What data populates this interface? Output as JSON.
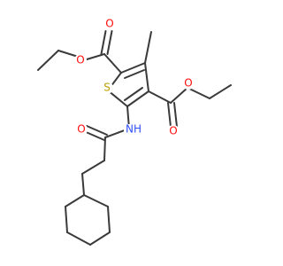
{
  "molecule": {
    "atoms": {
      "O_ester1_carbonyl": {
        "label": "O",
        "color": "#ff0d0d"
      },
      "O_ester1_ether": {
        "label": "O",
        "color": "#ff0d0d"
      },
      "O_ester2_ether": {
        "label": "O",
        "color": "#ff0d0d"
      },
      "O_ester2_carbonyl": {
        "label": "O",
        "color": "#ff0d0d"
      },
      "O_amide": {
        "label": "O",
        "color": "#ff0d0d"
      },
      "S_ring": {
        "label": "S",
        "color": "#b8a000"
      },
      "N_amide": {
        "label": "NH",
        "color": "#3050f8"
      }
    },
    "bond_color": "#3a3a3a"
  }
}
